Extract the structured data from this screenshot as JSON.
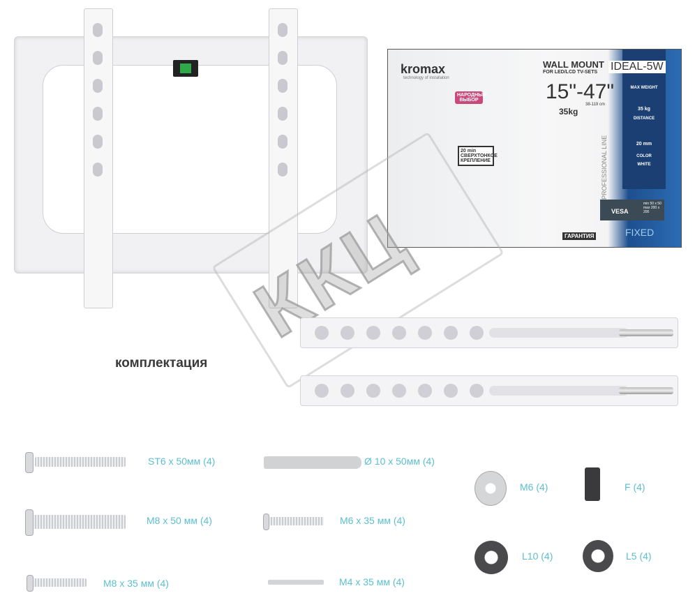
{
  "product": {
    "box": {
      "brand": "kromax",
      "brand_tagline": "technology of installation",
      "title": "WALL MOUNT",
      "subtitle": "FOR LED/LCD TV-SETS",
      "model": "IDEAL-5W",
      "size_range": "15\"-47\"",
      "size_cm": "38-119 cm",
      "weight": "35kg",
      "badge_choice": "НАРОДНЫЙ ВЫБОР",
      "badge_thin": "20 min СВЕРХТОНКОЕ КРЕПЛЕНИЕ",
      "line": "PROFESSIONAL LINE",
      "max_weight_label": "MAX WEIGHT",
      "max_weight_value": "35 kg",
      "distance_label": "DISTANCE",
      "distance_value": "20 mm",
      "color_label": "COLOR",
      "color_value": "WHITE",
      "vesa_label": "VESA",
      "vesa_range": "min 50 x 50 max 200 x 200",
      "guarantee": "ГАРАНТИЯ",
      "type": "FIXED"
    },
    "watermark": "ККЦ",
    "section_title": "комплектация",
    "hardware": [
      {
        "label": "ST6 x 50мм (4)"
      },
      {
        "label": "Ø 10 x 50мм (4)"
      },
      {
        "label": "M8 x 50 мм (4)"
      },
      {
        "label": "M6 x 35 мм (4)"
      },
      {
        "label": "M8 x 35 мм (4)"
      },
      {
        "label": "M4 x 35 мм (4)"
      },
      {
        "label": "M6 (4)"
      },
      {
        "label": "F (4)"
      },
      {
        "label": "L10 (4)"
      },
      {
        "label": "L5 (4)"
      }
    ],
    "colors": {
      "label": "#5bbfcf",
      "box_blue": "#1d4f8f"
    }
  }
}
